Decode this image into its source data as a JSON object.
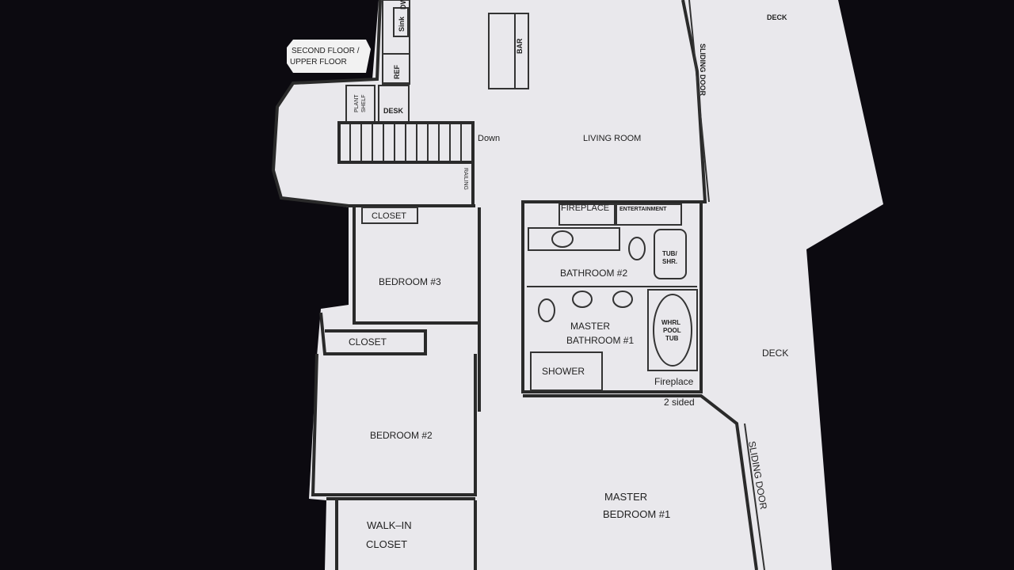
{
  "title_card": {
    "line1": "SECOND FLOOR /",
    "line2": "UPPER FLOOR"
  },
  "rooms": {
    "dw": "DW",
    "sink": "Sink",
    "ref": "REF",
    "bar": "BAR",
    "plant_shelf_1": "PLANT",
    "plant_shelf_2": "SHELF",
    "desk": "DESK",
    "down": "Down",
    "living_room": "LIVING ROOM",
    "sliding_door_top": "SLIDING DOOR",
    "deck_top": "DECK",
    "railing": "RAILING",
    "closet_3": "CLOSET",
    "fireplace": "FIREPLACE",
    "entertainment": "ENTERTAINMENT",
    "tub_shr_1": "TUB/",
    "tub_shr_2": "SHR.",
    "bathroom_2": "BATHROOM #2",
    "bedroom_3": "BEDROOM #3",
    "closet_2": "CLOSET",
    "master_bath_1": "MASTER",
    "master_bath_2": "BATHROOM #1",
    "whirlpool_1": "WHRL",
    "whirlpool_2": "POOL",
    "whirlpool_3": "TUB",
    "shower": "SHOWER",
    "fireplace_2": "Fireplace",
    "two_sided": "2 sided",
    "deck_right": "DECK",
    "bedroom_2": "BEDROOM #2",
    "sliding_door_bottom": "SLIDING DOOR",
    "master_bedroom_1": "MASTER",
    "master_bedroom_2": "BEDROOM #1",
    "walk_in_1": "WALK–IN",
    "walk_in_2": "CLOSET"
  }
}
